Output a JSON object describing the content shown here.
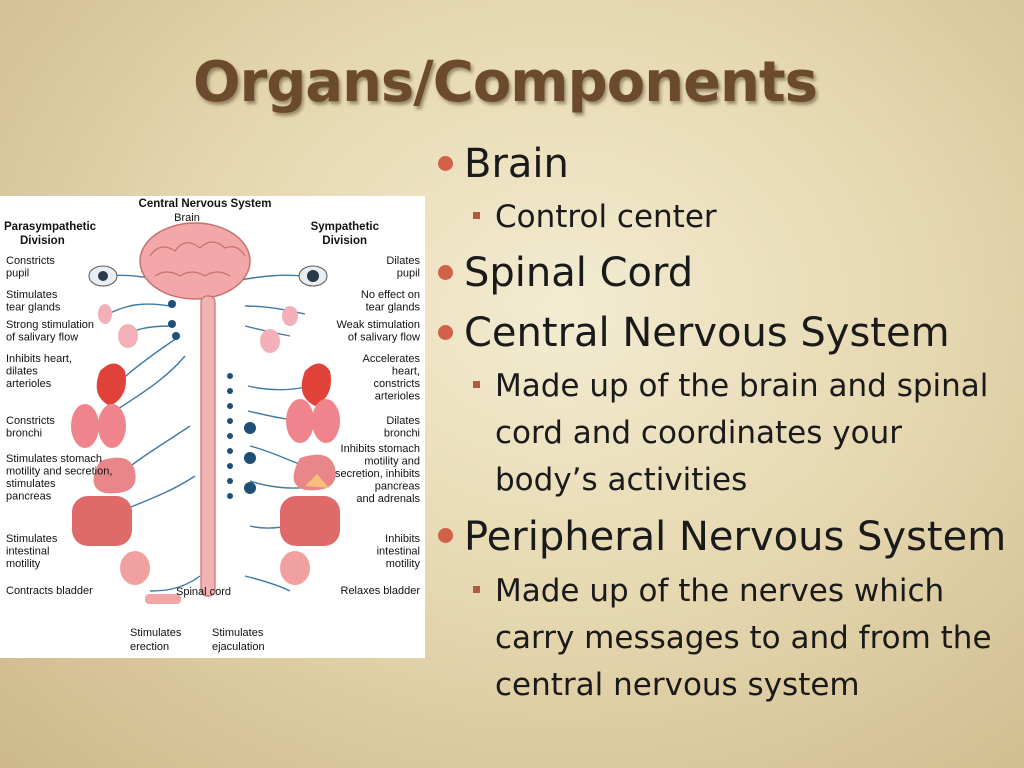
{
  "slide": {
    "title": "Organs/Components",
    "bullets": [
      {
        "text": "Brain",
        "sub": [
          "Control center"
        ]
      },
      {
        "text": "Spinal Cord",
        "sub": []
      },
      {
        "text": "Central Nervous System",
        "sub": [
          "Made up of the brain and spinal cord and coordinates your body’s activities"
        ]
      },
      {
        "text": "Peripheral Nervous System",
        "sub": [
          "Made up of the nerves which carry messages to and from the central nervous system"
        ]
      }
    ]
  },
  "diagram": {
    "title": "Central Nervous System",
    "brain_label": "Brain",
    "left_header": [
      "Parasympathetic",
      "Division"
    ],
    "right_header": [
      "Sympathetic",
      "Division"
    ],
    "left_labels": [
      [
        "Constricts",
        "pupil"
      ],
      [
        "Stimulates",
        "tear glands"
      ],
      [
        "Strong stimulation",
        "of salivary flow"
      ],
      [
        "Inhibits heart,",
        "dilates",
        "arterioles"
      ],
      [
        "Constricts",
        "bronchi"
      ],
      [
        "Stimulates stomach",
        "motility and secretion,",
        "stimulates",
        "pancreas"
      ],
      [
        "Stimulates",
        "intestinal",
        "motility"
      ],
      [
        "Contracts bladder"
      ]
    ],
    "right_labels": [
      [
        "Dilates",
        "pupil"
      ],
      [
        "No effect on",
        "tear glands"
      ],
      [
        "Weak stimulation",
        "of salivary flow"
      ],
      [
        "Accelerates",
        "heart,",
        "constricts",
        "arterioles"
      ],
      [
        "Dilates",
        "bronchi"
      ],
      [
        "Inhibits stomach",
        "motility and",
        "secretion, inhibits",
        "pancreas",
        "and adrenals"
      ],
      [
        "Inhibits",
        "intestinal",
        "motility"
      ],
      [
        "Relaxes bladder"
      ]
    ],
    "spinal_cord_label": "Spinal cord",
    "bottom_left": [
      "Stimulates",
      "erection"
    ],
    "bottom_right": [
      "Stimulates",
      "ejaculation"
    ]
  }
}
